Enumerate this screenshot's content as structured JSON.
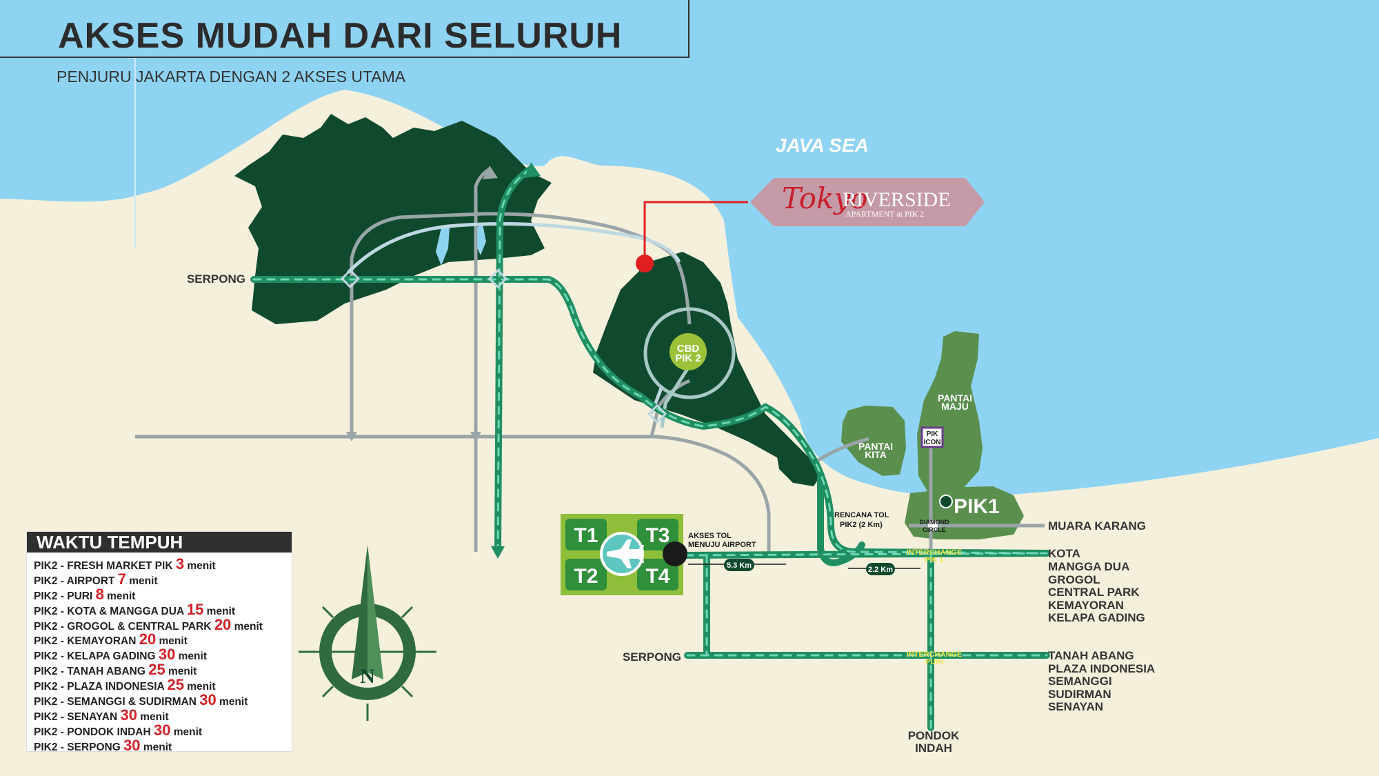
{
  "title": "AKSES MUDAH DARI SELURUH",
  "subtitle": "PENJURU JAKARTA DENGAN 2 AKSES UTAMA",
  "colors": {
    "sea": "#8fd3f2",
    "land": "#f4f0dc",
    "pik2_land": "#0f4a2e",
    "pik1_land": "#5a8f4e",
    "toll_road": "#2aa874",
    "road_gray": "#9aa5a8",
    "marker_red": "#e02020",
    "badge_pink": "#c59aa7"
  },
  "map": {
    "sea_label": "JAVA SEA",
    "badge": {
      "script_text": "Tokyo",
      "name": "RIVERSIDE",
      "tagline": "APARTMENT at PIK 2"
    },
    "areas": {
      "cbd": [
        "CBD",
        "PIK 2"
      ],
      "pantai_maju": [
        "PANTAI",
        "MAJU"
      ],
      "pantai_kita": [
        "PANTAI",
        "KITA"
      ],
      "pik_icon": [
        "PIK",
        "ICON"
      ],
      "pik1": "PIK1",
      "diamond_circle": [
        "DIAMOND",
        "CIRCLE"
      ]
    },
    "airport": {
      "terminals": [
        "T1",
        "T3",
        "T2",
        "T4"
      ],
      "access_label": [
        "AKSES TOL",
        "MENUJU AIRPORT"
      ],
      "distance": "5.3 Km"
    },
    "rencana_tol": [
      "RENCANA TOL",
      "PIK2 (2 Km)"
    ],
    "distance_2": "2.2 Km",
    "interchange_pik1": [
      "INTERCHANGE",
      "PIK 1"
    ],
    "interchange_puri": [
      "INTERCHANGE",
      "PURI"
    ],
    "destinations": {
      "serpong_top": "SERPONG",
      "serpong_bottom": "SERPONG",
      "muara_karang": "MUARA KARANG",
      "east_group_1": [
        "KOTA",
        "MANGGA DUA",
        "GROGOL",
        "CENTRAL PARK",
        "KEMAYORAN",
        "KELAPA GADING"
      ],
      "east_group_2": [
        "TANAH ABANG",
        "PLAZA INDONESIA",
        "SEMANGGI",
        "SUDIRMAN",
        "SENAYAN"
      ],
      "pondok_indah": [
        "PONDOK",
        "INDAH"
      ]
    },
    "compass_label": "N"
  },
  "travel_times": {
    "title": "WAKTU TEMPUH",
    "items": [
      {
        "route": "PIK2 - FRESH MARKET PIK",
        "minutes": "3",
        "unit": "menit"
      },
      {
        "route": "PIK2 - AIRPORT",
        "minutes": "7",
        "unit": "menit"
      },
      {
        "route": "PIK2 - PURI",
        "minutes": "8",
        "unit": "menit"
      },
      {
        "route": "PIK2 - KOTA & MANGGA DUA",
        "minutes": "15",
        "unit": "menit"
      },
      {
        "route": "PIK2 - GROGOL & CENTRAL PARK",
        "minutes": "20",
        "unit": "menit"
      },
      {
        "route": "PIK2 - KEMAYORAN",
        "minutes": "20",
        "unit": "menit"
      },
      {
        "route": "PIK2 - KELAPA GADING",
        "minutes": "30",
        "unit": "menit"
      },
      {
        "route": "PIK2 - TANAH ABANG",
        "minutes": "25",
        "unit": "menit"
      },
      {
        "route": "PIK2 - PLAZA INDONESIA",
        "minutes": "25",
        "unit": "menit"
      },
      {
        "route": "PIK2 - SEMANGGI & SUDIRMAN",
        "minutes": "30",
        "unit": "menit"
      },
      {
        "route": "PIK2 - SENAYAN",
        "minutes": "30",
        "unit": "menit"
      },
      {
        "route": "PIK2 - PONDOK INDAH",
        "minutes": "30",
        "unit": "menit"
      },
      {
        "route": "PIK2 - SERPONG",
        "minutes": "30",
        "unit": "menit"
      }
    ]
  }
}
